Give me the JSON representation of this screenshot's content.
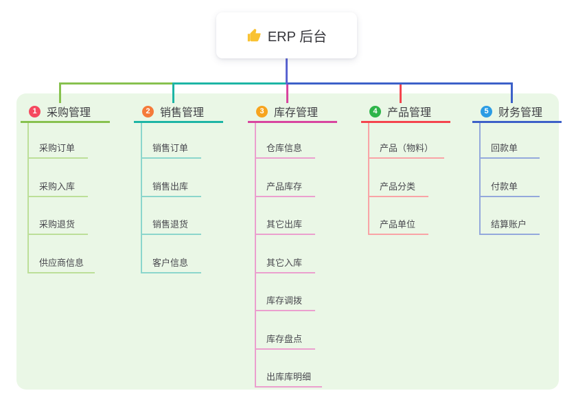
{
  "root": {
    "label": "ERP 后台",
    "icon": "thumbs-up-icon",
    "icon_color": "#f9c232"
  },
  "panel_color": "#eaf7e6",
  "trunk_color": "#5a64d1",
  "branches": [
    {
      "num": "1",
      "label": "采购管理",
      "badge_color": "#f5495f",
      "line_color": "#87c14f",
      "child_line_color": "#bcdf98",
      "children": [
        "采购订单",
        "采购入库",
        "采购退货",
        "供应商信息"
      ]
    },
    {
      "num": "2",
      "label": "销售管理",
      "badge_color": "#f57a3a",
      "line_color": "#1db5a5",
      "child_line_color": "#8bd6cc",
      "children": [
        "销售订单",
        "销售出库",
        "销售退货",
        "客户信息"
      ]
    },
    {
      "num": "3",
      "label": "库存管理",
      "badge_color": "#f7a41f",
      "line_color": "#d8459f",
      "child_line_color": "#eb9fce",
      "children": [
        "仓库信息",
        "产品库存",
        "其它出库",
        "其它入库",
        "库存调拨",
        "库存盘点",
        "出库库明细"
      ]
    },
    {
      "num": "4",
      "label": "产品管理",
      "badge_color": "#2eb54a",
      "line_color": "#f4444d",
      "child_line_color": "#f9a3a6",
      "children": [
        "产品（物料）",
        "产品分类",
        "产品单位"
      ]
    },
    {
      "num": "5",
      "label": "财务管理",
      "badge_color": "#2b9ce4",
      "line_color": "#3c60c8",
      "child_line_color": "#93a8dc",
      "children": [
        "回款单",
        "付款单",
        "结算账户"
      ]
    }
  ]
}
